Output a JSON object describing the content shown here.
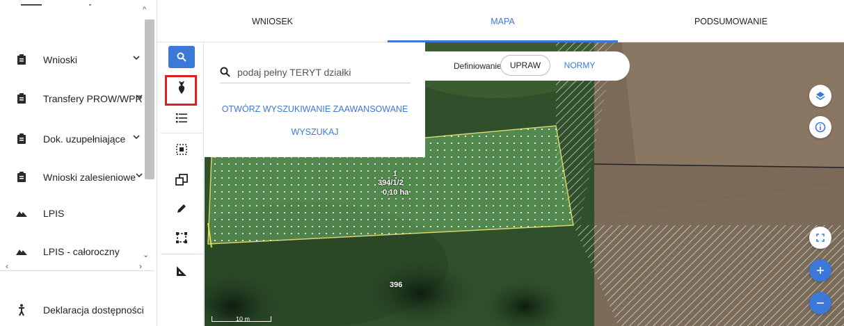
{
  "sidebar": {
    "items": [
      {
        "label": "Wnioski",
        "icon": "clipboard-icon",
        "has_chevron": true
      },
      {
        "label": "Transfery PROW/WPR",
        "icon": "clipboard-icon",
        "has_chevron": true
      },
      {
        "label": "Dok. uzupełniające",
        "icon": "clipboard-icon",
        "has_chevron": true
      },
      {
        "label": "Wnioski zalesieniowe",
        "icon": "clipboard-icon",
        "has_chevron": true
      },
      {
        "label": "LPIS",
        "icon": "mountain-icon",
        "has_chevron": false
      },
      {
        "label": "LPIS - całoroczny",
        "icon": "mountain-icon",
        "has_chevron": false
      }
    ],
    "footer": {
      "label": "Deklaracja dostępności",
      "icon": "accessibility-icon"
    }
  },
  "tabs": [
    {
      "label": "WNIOSEK",
      "active": false
    },
    {
      "label": "MAPA",
      "active": true
    },
    {
      "label": "PODSUMOWANIE",
      "active": false
    }
  ],
  "search": {
    "placeholder": "podaj pełny TERYT działki",
    "advanced_label": "OTWÓRZ WYSZUKIWANIE ZAAWANSOWANE",
    "submit_label": "WYSZUKAJ"
  },
  "define": {
    "label": "Definiowanie",
    "option_active": "UPRAW",
    "option_inactive": "NORMY"
  },
  "map": {
    "parcel_number": "394/1/2",
    "parcel_area": "0,10 ha",
    "parcel_id_small": "1",
    "neighbor_number": "396",
    "scale_label": "10 m"
  },
  "colors": {
    "accent": "#3c78d8",
    "highlight": "#e31c1c",
    "parcel_fill": "#5aa860"
  }
}
